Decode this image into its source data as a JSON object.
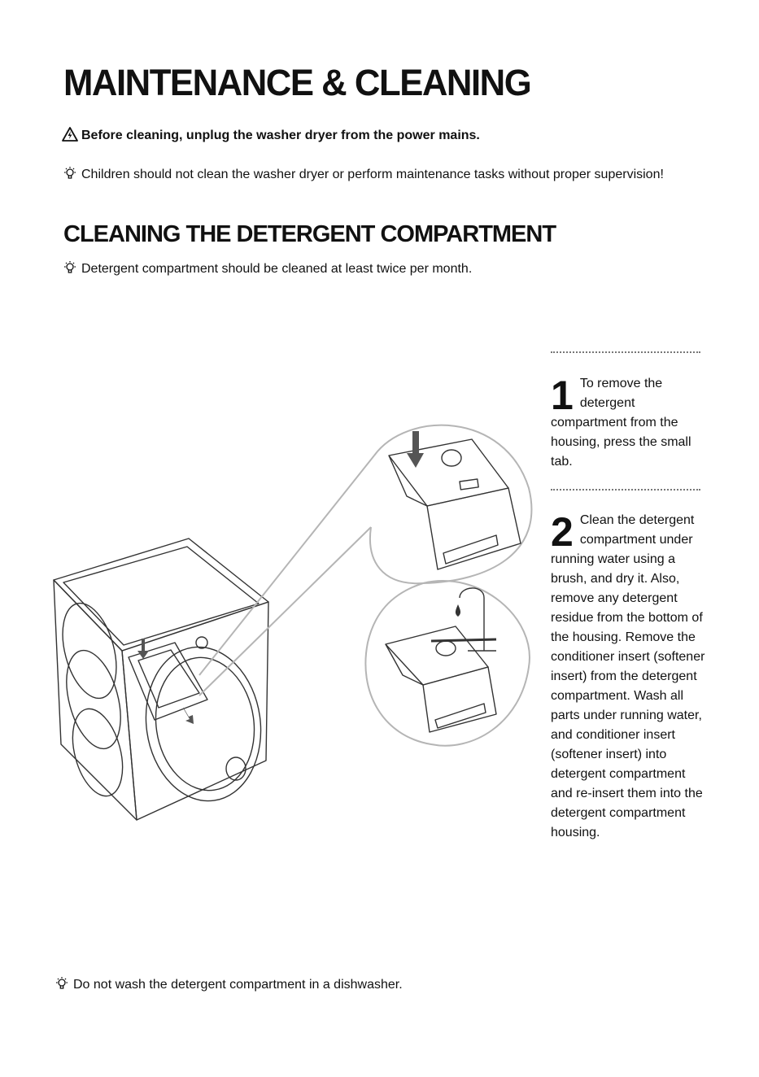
{
  "title": "MAINTENANCE & CLEANING",
  "warning": "Before cleaning, unplug the washer dryer from the power mains.",
  "tip_children": "Children should not clean the washer dryer or perform maintenance tasks without proper supervision!",
  "section_title": "CLEANING THE DETERGENT COMPARTMENT",
  "tip_frequency": "Detergent compartment should be cleaned at least twice per month.",
  "steps": [
    {
      "number": "1",
      "text": "To remove the detergent compartment from the housing, press the small tab."
    },
    {
      "number": "2",
      "text": "Clean the detergent compartment under running water using a brush, and dry it. Also, remove any detergent residue from the bottom of the housing. Remove the conditioner insert (softener insert) from the detergent compartment. Wash all parts under running water, and conditioner insert (softener insert) into detergent compartment and re-insert them into the detergent compartment housing."
    }
  ],
  "tip_dishwasher": "Do not wash the detergent compartment in a dishwasher.",
  "icons": {
    "warning": "warning-triangle-icon",
    "tip": "lightbulb-icon"
  },
  "colors": {
    "text": "#111111",
    "arrow": "#555555",
    "drawing": "#333333",
    "callout": "#b5b5b5"
  }
}
